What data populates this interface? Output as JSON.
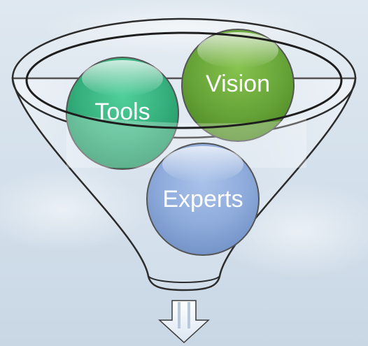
{
  "diagram": {
    "type": "funnel",
    "items": [
      {
        "key": "tools",
        "label": "Tools",
        "color": "#3bb383"
      },
      {
        "key": "vision",
        "label": "Vision",
        "color": "#6aa63a"
      },
      {
        "key": "experts",
        "label": "Experts",
        "color": "#8aa8d8"
      }
    ],
    "output_arrow": "down-arrow-icon"
  }
}
